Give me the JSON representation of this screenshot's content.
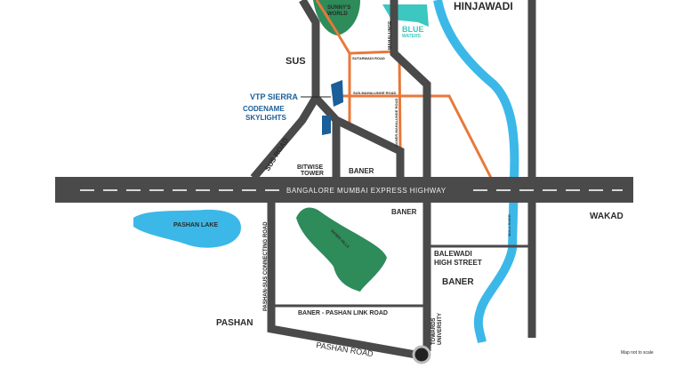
{
  "labels": {
    "hinjawadi": "HINJAWADI",
    "sunnys_world": "SUNNY'S",
    "sunnys_world2": "WORLD",
    "blue_water": "BLUE",
    "blue_water2": "WATERS",
    "sus": "SUS",
    "mahalunge": "MAHALUNGE",
    "small_road_1": "SUTARWADI ROAD",
    "small_road_2": "SUS-MAHALUNGE ROAD",
    "small_road_3": "BANER-MAHALUNGE ROAD",
    "vtp_sierra": "VTP SIERRA",
    "codename": "CODENAME",
    "skylights": "SKYLIGHTS",
    "sus_road": "SUS ROAD",
    "bitwise": "BITWISE",
    "tower": "TOWER",
    "baner_top": "BANER",
    "highway": "BANGALORE MUMBAI EXPRESS HIGHWAY",
    "baner_mid": "BANER",
    "wakad": "WAKAD",
    "pashan_lake": "PASHAN LAKE",
    "pashan_sus_road": "PASHAN-SUS CONNECTING ROAD",
    "baner_hills": "BANER HILLS",
    "balewadi1": "BALEWADI",
    "balewadi2": "HIGH STREET",
    "baner_east": "BANER",
    "pashan": "PASHAN",
    "link_road": "BANER - PASHAN LINK ROAD",
    "towards": "TOWARDS",
    "university": "UNIVERSITY",
    "pashan_road": "PASHAN ROAD",
    "river": "MULA RIVER",
    "not_to_scale": "Map not to scale"
  },
  "colors": {
    "road": "#4a4a4a",
    "orange": "#e8783a",
    "river": "#3cb8e8",
    "green": "#2e8b5a",
    "project": "#1a5e9a",
    "teal": "#3cc7c0"
  }
}
